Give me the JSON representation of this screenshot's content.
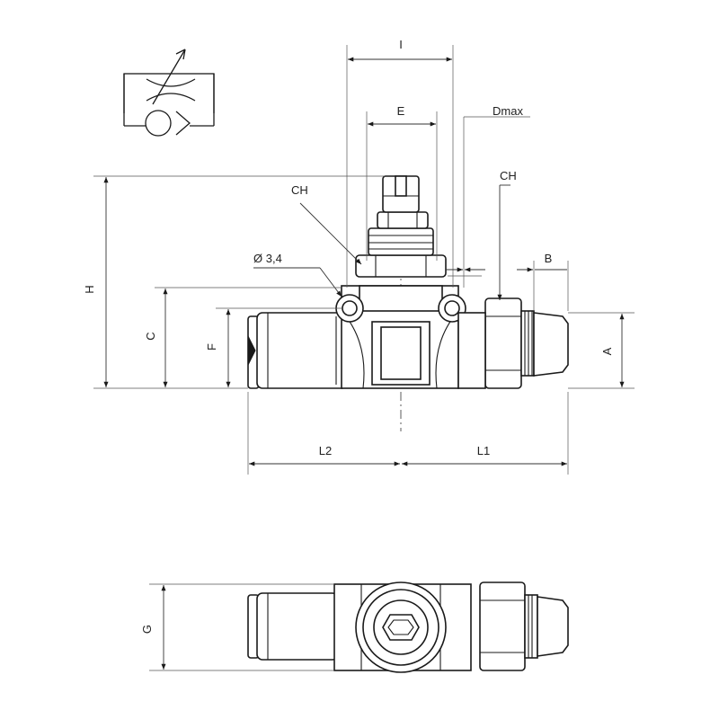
{
  "labels": {
    "I": "I",
    "E": "E",
    "Dmax": "Dmax",
    "CH_left": "CH",
    "CH_right": "CH",
    "H": "H",
    "C": "C",
    "F": "F",
    "A": "A",
    "B": "B",
    "hole": "Ø 3,4",
    "L2": "L2",
    "L1": "L1",
    "G": "G"
  },
  "colors": {
    "line": "#1a1a1a",
    "background": "#ffffff"
  },
  "symbol": "flow-control-with-check-valve-icon"
}
